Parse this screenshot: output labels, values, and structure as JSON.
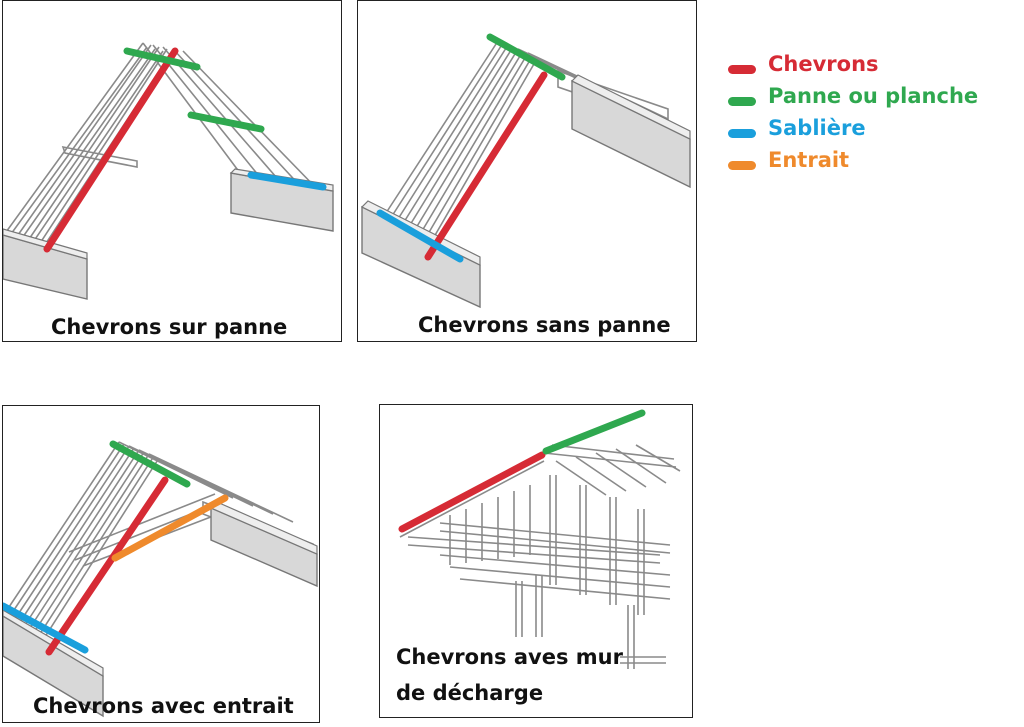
{
  "panels": {
    "p1": {
      "caption": "Chevrons sur panne"
    },
    "p2": {
      "caption": "Chevrons sans panne"
    },
    "p3": {
      "caption": "Chevrons avec entrait"
    },
    "p4": {
      "caption_line1": "Chevrons aves mur",
      "caption_line2": "de décharge"
    }
  },
  "legend": {
    "items": [
      {
        "label": "Chevrons",
        "color": "#d62b35"
      },
      {
        "label": "Panne ou planche",
        "color": "#2fa84f"
      },
      {
        "label": "Sablière",
        "color": "#1a9fdc"
      },
      {
        "label": "Entrait",
        "color": "#ef8a2c"
      }
    ]
  },
  "colors": {
    "chevron": "#d62b35",
    "panne": "#2fa84f",
    "sabliere": "#1a9fdc",
    "entrait": "#ef8a2c",
    "wood_stroke": "#8a8a8a",
    "wall_fill": "#d8d8d8"
  }
}
